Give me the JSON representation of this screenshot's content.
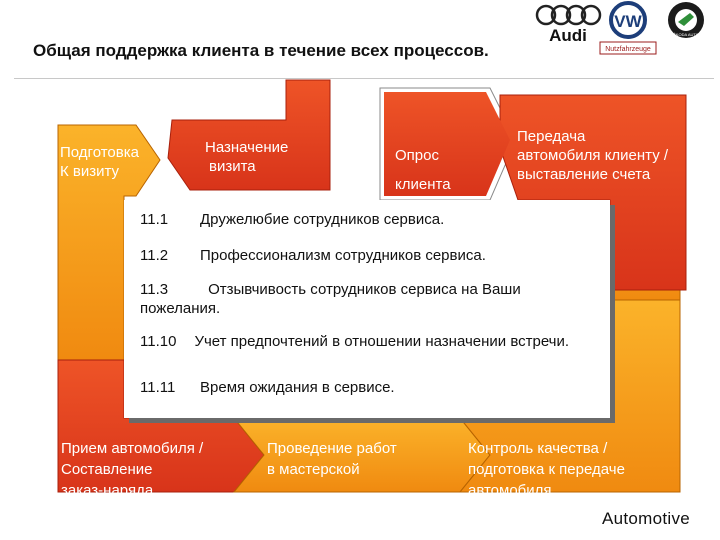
{
  "title": "Общая поддержка клиента в течение всех процессов.",
  "brands": {
    "audi_text": "Audi",
    "vw_text": "VW",
    "skoda_text": "ŠKODA AUTO",
    "nutz_text": "Nutzfahrzeuge"
  },
  "steps": {
    "prep": [
      "Подготовка",
      "К визиту"
    ],
    "appointment": [
      "Назначение",
      "визита"
    ],
    "survey": [
      "Опрос",
      "клиента"
    ],
    "handover": [
      "Передача",
      "автомобиля клиенту /",
      "выставление счета"
    ],
    "reception": [
      "Прием автомобиля /",
      "Составление",
      "заказ-наряда"
    ],
    "work": [
      "Проведение работ",
      "в мастерской"
    ],
    "quality": [
      "Контроль качества /",
      "подготовка к передаче",
      "автомобиля"
    ]
  },
  "criteria": [
    {
      "num": "11.1",
      "text": "Дружелюбие сотрудников сервиса."
    },
    {
      "num": "11.2",
      "text": "Профессионализм сотрудников сервиса."
    },
    {
      "num": "11.3",
      "text": "Отзывчивость сотрудников сервиса на Ваши пожелания."
    },
    {
      "num": "11.10",
      "text": "Учет предпочтений в отношении назначении встречи."
    },
    {
      "num": "11.11",
      "text": "Время ожидания в сервисе."
    }
  ],
  "footer": "Automotive",
  "colors": {
    "orange": "#f79a19",
    "red": "#e3401e",
    "dark_red": "#a8200c",
    "shadow": "#6a6a6a",
    "text_dark": "#111111",
    "text_light": "#ffffff"
  }
}
